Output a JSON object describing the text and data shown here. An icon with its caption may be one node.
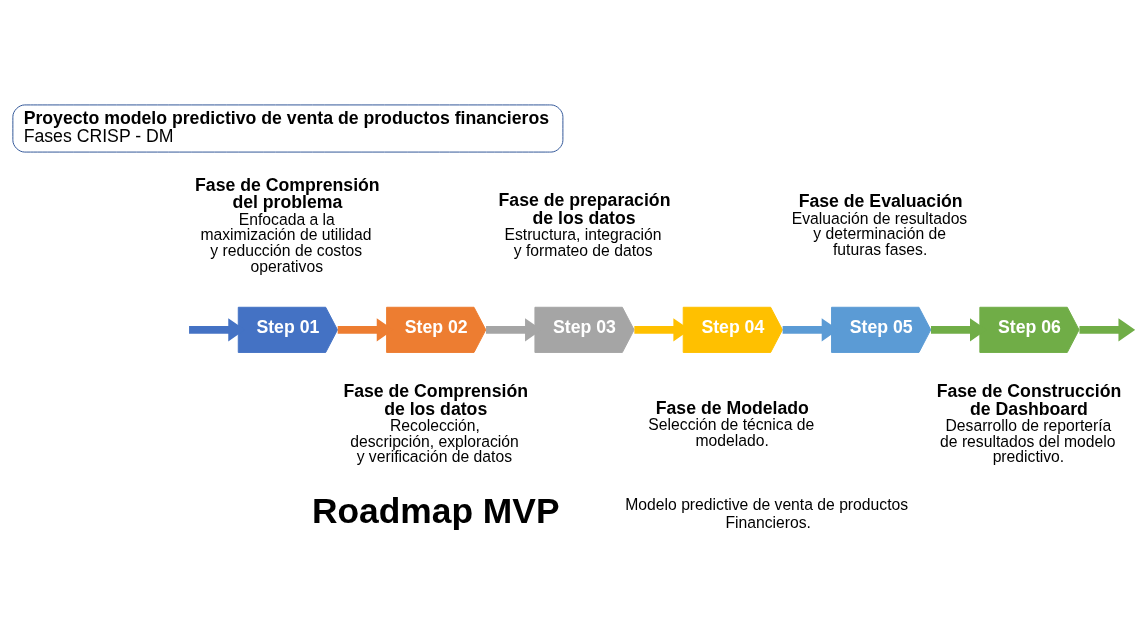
{
  "diagram": {
    "nodes": [
      {
        "text": [
          "Proyecto modelo predictivo de venta de productos financieros",
          "Fases CRISP - DM"
        ]
      },
      {
        "text": [
          "Step 01"
        ],
        "beside": [
          "Fase de Comprensión del problema",
          "Enfocada a la maximización de utilidad y reducción de costos operativos"
        ]
      },
      {
        "text": [
          "Step 02"
        ],
        "beside": [
          "Fase de Comprensión de los datos",
          "Recolección, descripción, exploración y verificación de datos"
        ]
      },
      {
        "text": [
          "Step 03"
        ],
        "beside": [
          "Fase de preparación de los datos",
          "Estructura, integración y formateo de datos"
        ]
      },
      {
        "text": [
          "Step 04"
        ],
        "beside": [
          "Fase de Modelado",
          "Selección de técnica de modelado."
        ]
      },
      {
        "text": [
          "Step 05"
        ],
        "beside": [
          "Fase de Evaluación",
          "Evaluación de resultados y determinación de futuras fases."
        ]
      },
      {
        "text": [
          "Step 06"
        ],
        "beside": [
          "Fase de Construcción de Dashboard",
          "Desarrollo de reportería de resultados del modelo predictivo."
        ]
      }
    ],
    "edges": [
      {
        "from": null,
        "to": 1,
        "arrow": "to",
        "color": "#4472c4"
      },
      {
        "from": 1,
        "to": 2,
        "arrow": "to",
        "color": "#ed7d31"
      },
      {
        "from": 2,
        "to": 3,
        "arrow": "to",
        "color": "#a5a5a5"
      },
      {
        "from": 3,
        "to": 4,
        "arrow": "to",
        "color": "#ffc000"
      },
      {
        "from": 4,
        "to": 5,
        "arrow": "to",
        "color": "#5b9bd5"
      },
      {
        "from": 5,
        "to": 6,
        "arrow": "to",
        "color": "#70ad47"
      },
      {
        "from": 6,
        "to": null,
        "arrow": "to",
        "color": "#70ad47"
      }
    ],
    "labels": [
      "Roadmap MVP",
      "Modelo predictive de venta de productos Financieros."
    ]
  }
}
